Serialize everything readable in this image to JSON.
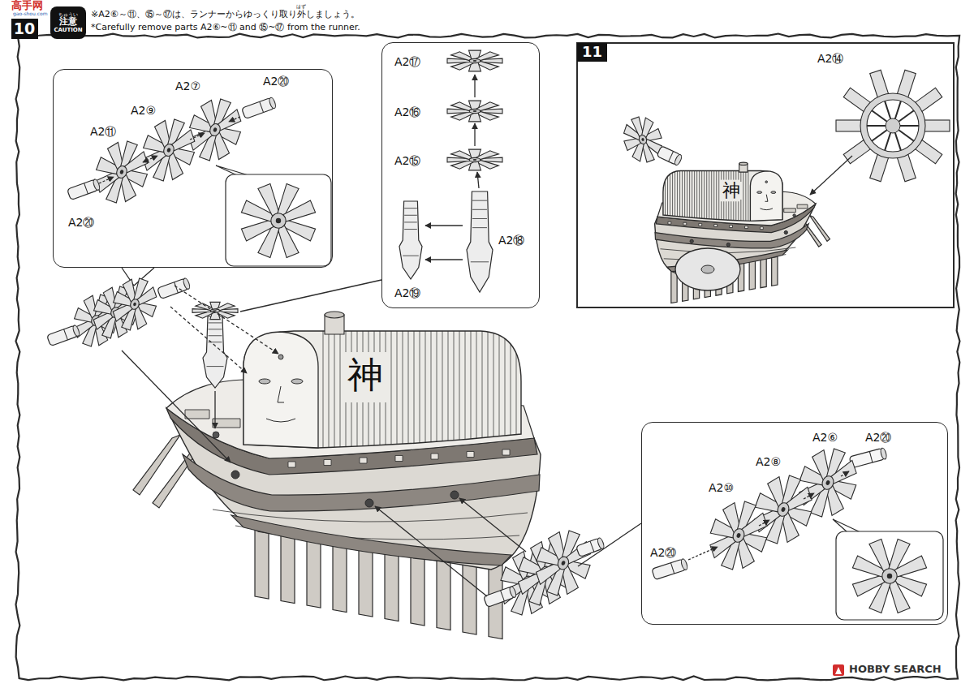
{
  "diagram": {
    "nodes": [
      {
        "text": [
          "10"
        ]
      },
      {
        "text": [
          "ちゅうい",
          "注意",
          "CAUTION"
        ]
      },
      {
        "text": [
          "A2⑦",
          "A2⑳",
          "A2⑨",
          "A2⑪",
          "A2⑳"
        ]
      },
      {
        "text": [
          "A2⑰",
          "A2⑯",
          "A2⑮",
          "A2⑱",
          "A2⑲"
        ]
      },
      {
        "text": [
          "11",
          "A2⑭"
        ]
      },
      {
        "text": [
          "A2⑥",
          "A2⑳",
          "A2⑧",
          "A2⑩",
          "A2⑳"
        ]
      }
    ],
    "labels": [
      "※A2⑥～⑪、⑮～⑰は、ランナーからゆっくり取り外しましょう。",
      "はず",
      "*Carefully remove parts A2⑥~⑪ and ⑮~⑰ from the runner.",
      "神",
      "神",
      "高手网",
      "gao-shou.com",
      "HOBBY SEARCH"
    ]
  }
}
